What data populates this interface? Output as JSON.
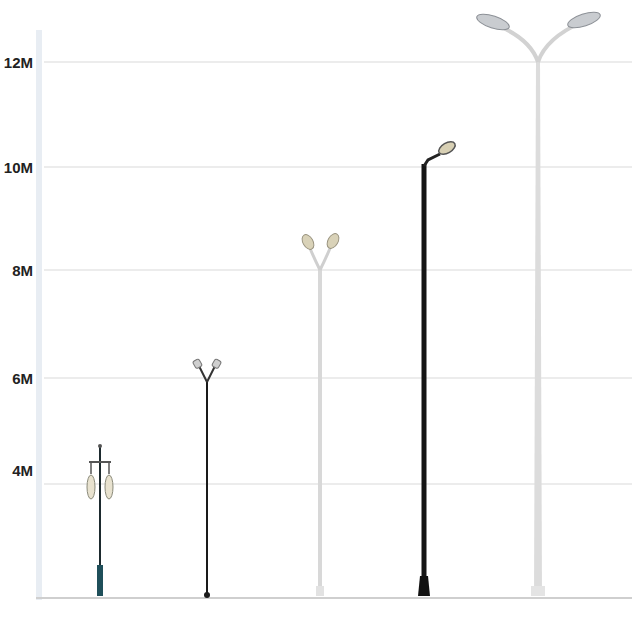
{
  "diagram": {
    "labels": [
      "12M",
      "10M",
      "8M",
      "6M",
      "4M"
    ]
  }
}
